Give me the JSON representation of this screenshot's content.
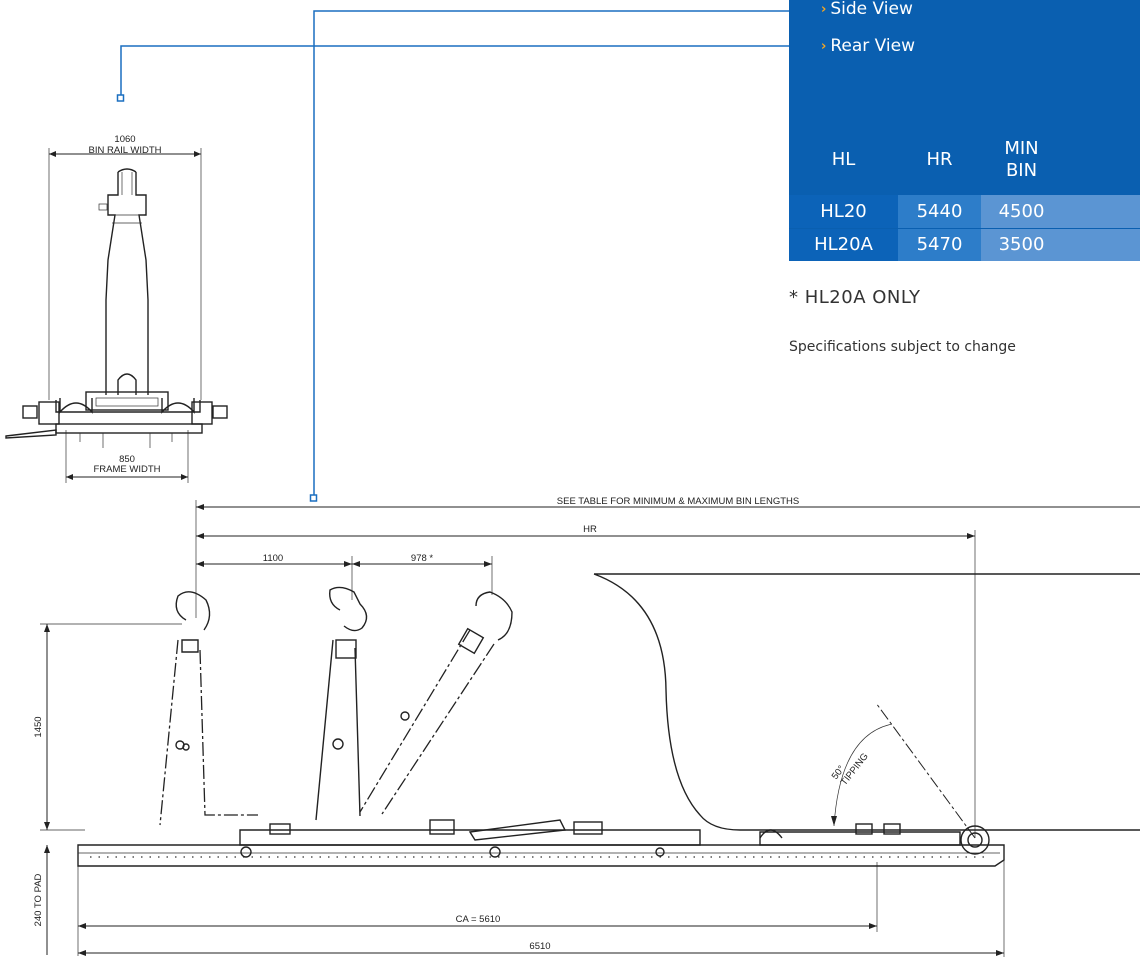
{
  "nav": {
    "side_view": "Side View",
    "rear_view": "Rear View"
  },
  "table": {
    "headers": [
      "HL",
      "HR",
      "MIN BIN",
      ""
    ],
    "rows": [
      [
        "HL20",
        "5440",
        "4500",
        ""
      ],
      [
        "HL20A",
        "5470",
        "3500",
        ""
      ]
    ]
  },
  "footnote": "* HL20A ONLY",
  "disclaimer": "Specifications subject to change",
  "rear_view": {
    "top_dim_value": "1060",
    "top_dim_label": "BIN RAIL WIDTH",
    "bottom_dim_value": "850",
    "bottom_dim_label": "FRAME WIDTH"
  },
  "side_view": {
    "bin_length_label": "SEE TABLE FOR MINIMUM & MAXIMUM BIN LENGTHS",
    "hr_label": "HR",
    "dim_1100": "1100",
    "dim_978": "978 *",
    "dim_1450": "1450",
    "dim_pad": "240 TO PAD",
    "ca_label": "CA = 5610",
    "overall_length": "6510",
    "angle_value": "50°",
    "angle_label": "TIPPING"
  },
  "colors": {
    "panel_blue": "#0a5fb0",
    "leader_blue": "#1a6fc0",
    "chevron_orange": "#f5a623"
  }
}
